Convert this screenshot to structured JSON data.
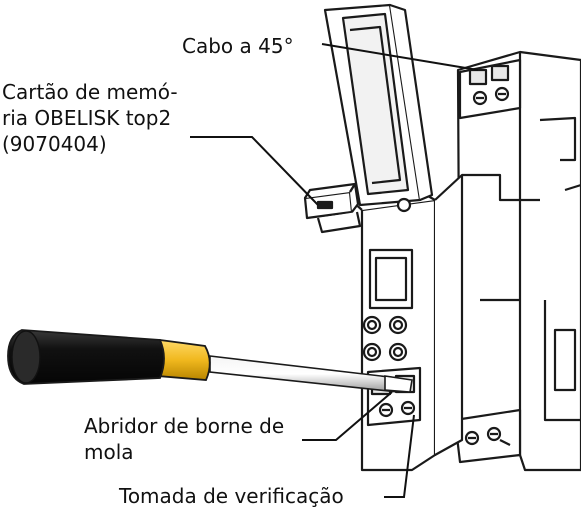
{
  "labels": {
    "cable": "Cabo a 45°",
    "memory_card": [
      "Cartão de memó-",
      "ria OBELISK top2",
      "(9070404)"
    ],
    "spring_opener": [
      "Abridor de borne de",
      "mola"
    ],
    "test_socket": "Tomada de verificação"
  },
  "colors": {
    "outline": "#1a1a1a",
    "handle_black": "#121212",
    "handle_yellow": "#f0b81e",
    "device_fill": "#ffffff",
    "shade": "#dcdcdc"
  }
}
